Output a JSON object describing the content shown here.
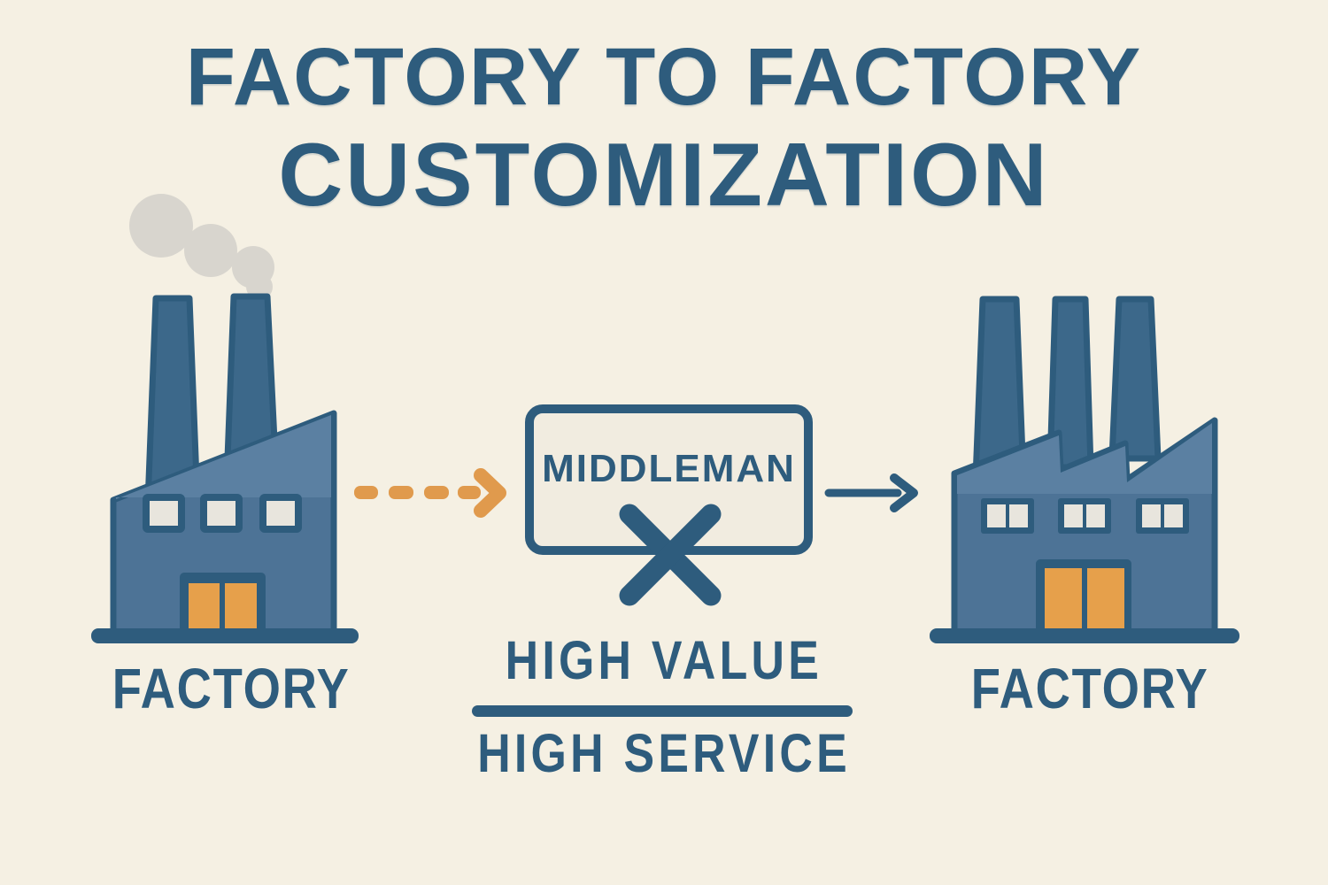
{
  "title": {
    "line1": "FACTORY TO FACTORY",
    "line2": "CUSTOMIZATION"
  },
  "left_factory": {
    "label": "FACTORY"
  },
  "right_factory": {
    "label": "FACTORY"
  },
  "middleman": {
    "label": "MIDDLEMAN"
  },
  "equation": {
    "numerator": "HIGH VALUE",
    "denominator": "HIGH SERVICE"
  },
  "icons": {
    "left-factory": "factory building, two tapered chimneys, smoke plume",
    "right-factory": "factory building, three tapered chimneys, sawtooth roof",
    "dashed-arrow": "orange dashed arrow pointing right",
    "solid-arrow": "blue solid arrow pointing right",
    "cross": "blue X mark crossing out the middleman box",
    "smoke": "grey cloud puffs"
  },
  "colors": {
    "background": "#f5f0e3",
    "ink": "#2e5c7d",
    "body": "#4d7396",
    "body-light": "#5b80a2",
    "chimney": "#3c688a",
    "window": "#e8e5dd",
    "door": "#e6a04b",
    "orange": "#e09a4d",
    "smoke": "#d8d5ce",
    "box-fill": "#f1ece0"
  }
}
